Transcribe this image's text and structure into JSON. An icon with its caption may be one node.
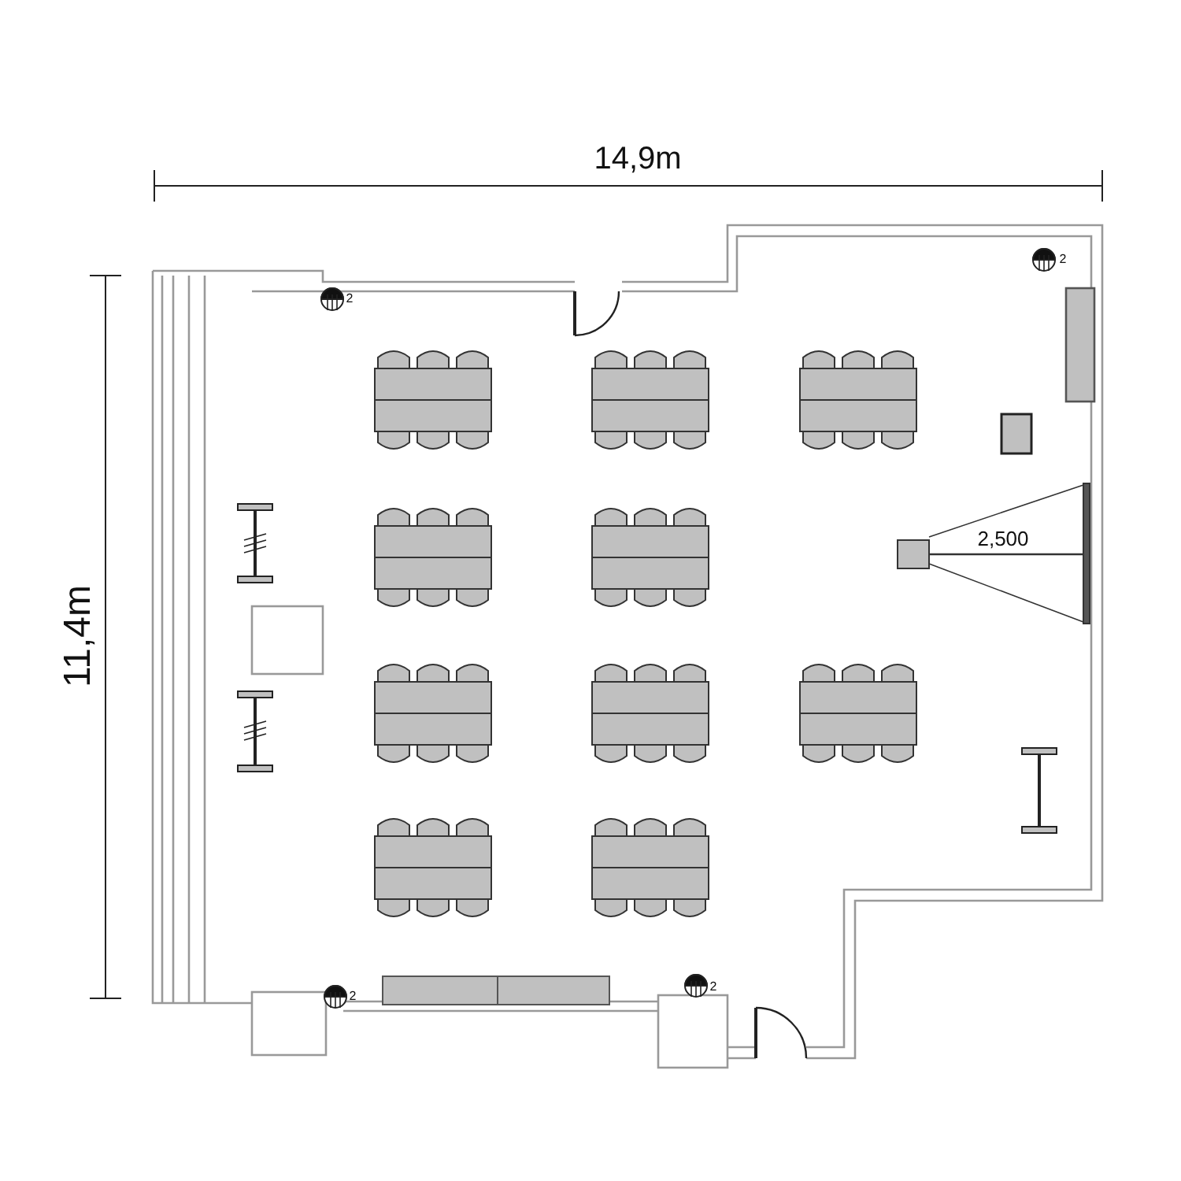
{
  "diagram": {
    "labels": [
      "14,9m",
      "2",
      "2",
      "11,4m",
      "2,500",
      "2",
      "2"
    ]
  }
}
